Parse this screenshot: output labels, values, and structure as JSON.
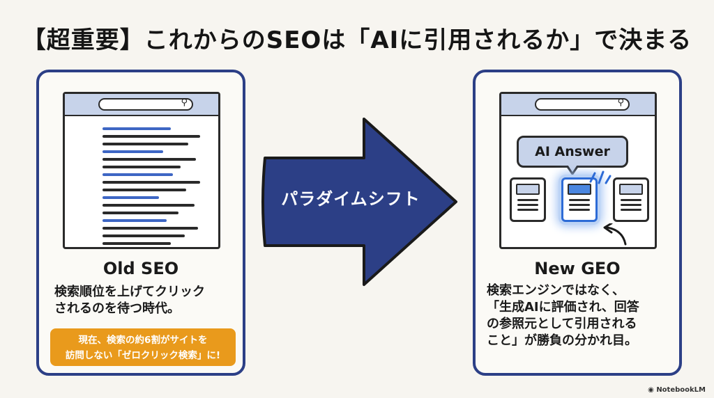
{
  "title": "【超重要】これからのSEOは「AIに引用されるか」で決まる",
  "left_card": {
    "heading": "Old SEO",
    "description": "検索順位を上げてクリック\nされるのを待つ時代。",
    "note": "現在、検索の約6割がサイトを\n訪問しない「ゼロクリック検索」に!"
  },
  "arrow": {
    "label": "パラダイムシフト"
  },
  "right_card": {
    "bubble": "AI Answer",
    "heading": "New GEO",
    "description": "検索エンジンではなく、\n「生成AIに評価され、回答\nの参照元として引用される\nこと」が勝負の分かれ目。"
  },
  "footer": "NotebookLM",
  "colors": {
    "navy": "#2c3f86",
    "blue": "#3d66c4",
    "orange": "#e99a1c",
    "panel": "#c7d3ea"
  }
}
